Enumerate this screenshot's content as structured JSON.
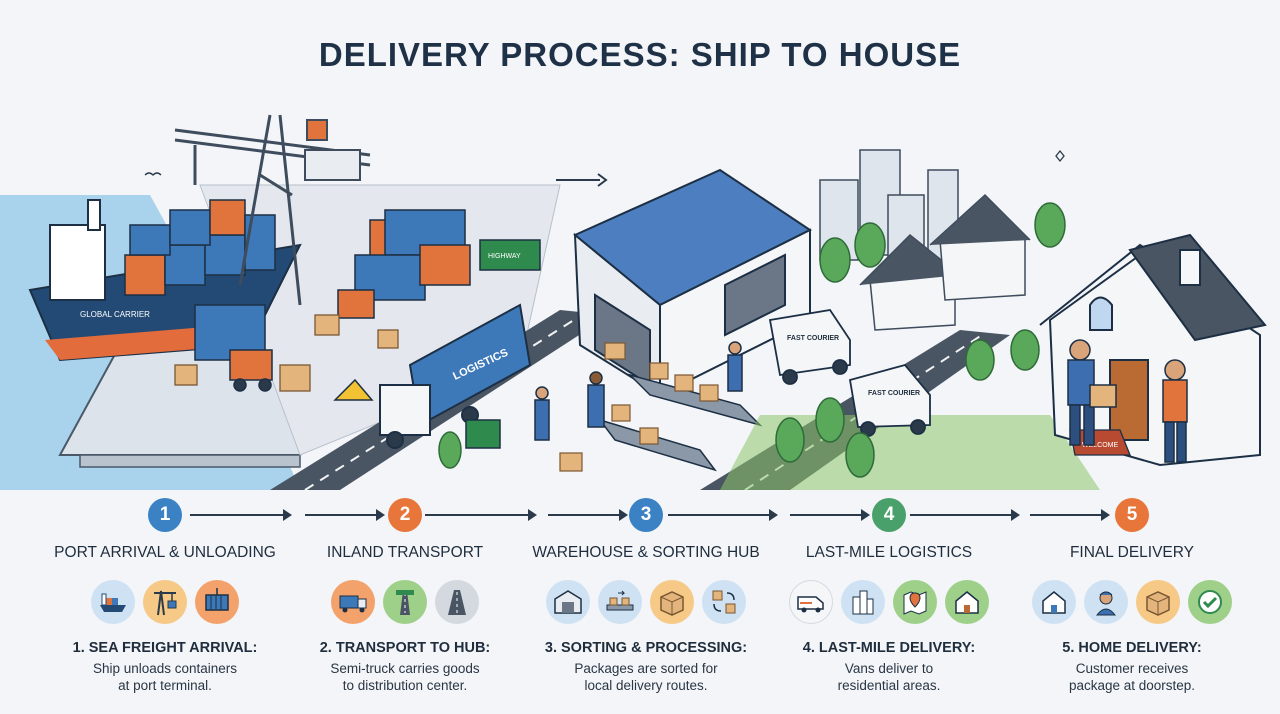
{
  "title": "DELIVERY PROCESS: SHIP TO HOUSE",
  "scene": {
    "ship_label": "GLOBAL CARRIER",
    "truck_label": "LOGISTICS",
    "van_label_1": "FAST COURIER",
    "van_label_2": "FAST COURIER",
    "highway_sign": "HIGHWAY",
    "welcome_mat": "WELCOME"
  },
  "colors": {
    "step1": "#3b82c4",
    "step2": "#e8763a",
    "step3": "#3b82c4",
    "step4": "#4aa06a",
    "step5": "#e8763a"
  },
  "steps": [
    {
      "number": "1",
      "title": "PORT ARRIVAL & UNLOADING",
      "icons": [
        "cargo-ship-icon",
        "crane-icon",
        "container-icon"
      ],
      "desc_head": "1. SEA FREIGHT ARRIVAL:",
      "desc_body": "Ship unloads containers\nat port terminal."
    },
    {
      "number": "2",
      "title": "INLAND TRANSPORT",
      "icons": [
        "semi-truck-icon",
        "highway-icon",
        "road-icon"
      ],
      "desc_head": "2. TRANSPORT TO HUB:",
      "desc_body": "Semi-truck carries goods\nto distribution center."
    },
    {
      "number": "3",
      "title": "WAREHOUSE & SORTING HUB",
      "icons": [
        "warehouse-icon",
        "conveyor-icon",
        "package-icon",
        "sorting-icon"
      ],
      "desc_head": "3. SORTING & PROCESSING:",
      "desc_body": "Packages are sorted for\nlocal delivery routes."
    },
    {
      "number": "4",
      "title": "LAST-MILE LOGISTICS",
      "icons": [
        "van-icon",
        "city-icon",
        "map-pin-icon",
        "house-icon"
      ],
      "desc_head": "4. LAST-MILE DELIVERY:",
      "desc_body": "Vans deliver to\nresidential areas."
    },
    {
      "number": "5",
      "title": "FINAL DELIVERY",
      "icons": [
        "home-icon",
        "courier-icon",
        "box-icon",
        "check-icon"
      ],
      "desc_head": "5. HOME DELIVERY:",
      "desc_body": "Customer receives\npackage at doorstep."
    }
  ]
}
